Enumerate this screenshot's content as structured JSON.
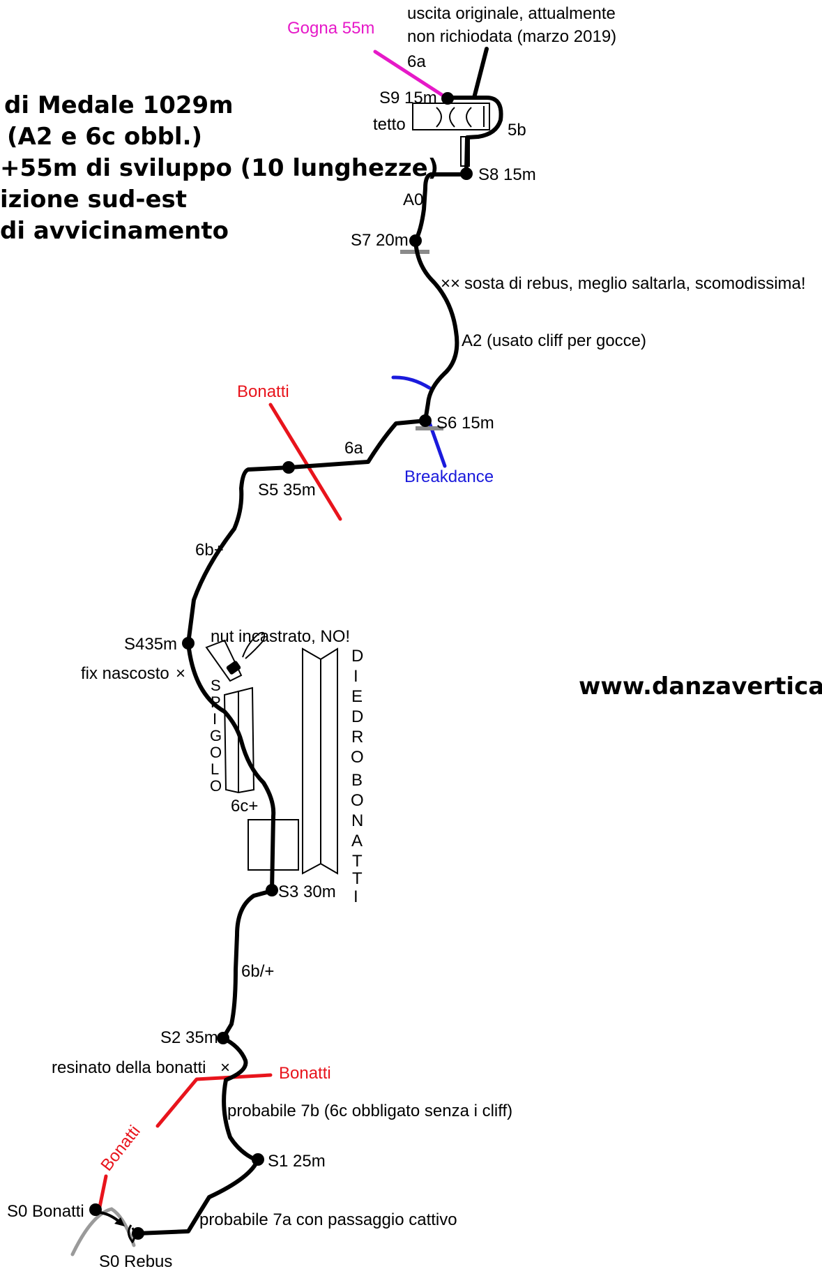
{
  "header": {
    "lines": [
      "di Medale 1029m",
      "(A2 e 6c obbl.)",
      "+55m di sviluppo (10 lunghezze)",
      "izione sud-est",
      "di avvicinamento"
    ]
  },
  "website": "www.danzaverticale.it",
  "colors": {
    "route": "#000000",
    "bonatti": "#e8141c",
    "gogna": "#e619c8",
    "breakdance": "#1a1adc",
    "rebus": "#9a9a9a"
  },
  "exit": {
    "gogna": "Gogna 55m",
    "note_line1": "uscita originale, attualmente",
    "note_line2": "non richiodata (marzo 2019)"
  },
  "belays": {
    "s9": "S9 15m",
    "s8": "S8 15m",
    "s7": "S7 20m",
    "s6": "S6 15m",
    "s5": "S5 35m",
    "s4": "S435m",
    "s3": "S3 30m",
    "s2": "S2 35m",
    "s1": "S1 25m",
    "s0_bonatti": "S0 Bonatti",
    "s0_rebus": "S0 Rebus"
  },
  "grades": {
    "g_6a_top": "6a",
    "g_5b": "5b",
    "g_a0": "A0",
    "g_6a_mid": "6a",
    "g_6bplus": "6b+",
    "g_6cplus": "6c+",
    "g_6bslash": "6b/+"
  },
  "features": {
    "tetto": "tetto"
  },
  "notes": {
    "rebus_belay": "sosta di rebus, meglio saltarla, scomodissima!",
    "a2": "A2 (usato cliff per gocce)",
    "nut": "nut incastrato, NO!",
    "fix": "fix nascosto",
    "resinato": "resinato della bonatti",
    "probabile_7b": "probabile 7b (6c obbligato senza i cliff)",
    "probabile_7a": "probabile 7a con passaggio cattivo"
  },
  "other_routes": {
    "bonatti_top": "Bonatti",
    "breakdance": "Breakdance",
    "bonatti_right": "Bonatti",
    "bonatti_diag": "Bonatti"
  },
  "vertical_labels": {
    "spigolo": [
      "S",
      "P",
      "I",
      "G",
      "O",
      "L",
      "O"
    ],
    "diedro": [
      "D",
      "I",
      "E",
      "D",
      "R",
      "O",
      "B",
      "O",
      "N",
      "A",
      "T",
      "T",
      "I"
    ]
  }
}
